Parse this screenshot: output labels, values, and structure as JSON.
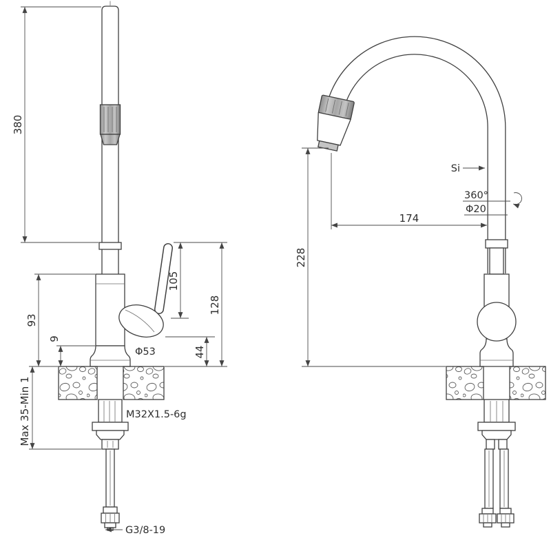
{
  "drawing": {
    "front_view": {
      "height_overall": "380",
      "body_height": "93",
      "base_height": "9",
      "handle_height": "105",
      "height_above_deck": "128",
      "joint_height": "44",
      "base_diameter": "Φ53",
      "shank_thread": "M32X1.5-6g",
      "deck_thickness_range": "Max 35-Min 1",
      "hose_thread": "G3/8-19"
    },
    "side_view": {
      "spray_label": "Si",
      "swivel_angle": "360°",
      "pipe_diameter": "Φ20",
      "spout_reach": "174",
      "spout_height": "228"
    }
  }
}
